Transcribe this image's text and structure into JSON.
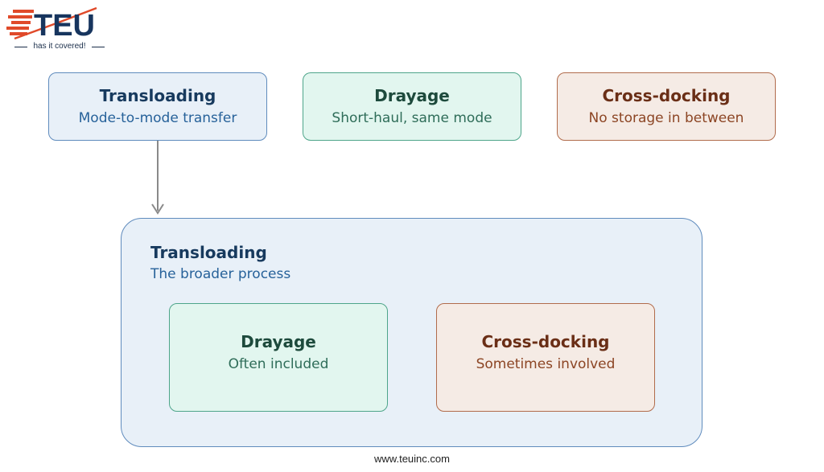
{
  "logo": {
    "wordmark": "TEU",
    "tagline": "has it covered!"
  },
  "top_row": [
    {
      "title": "Transloading",
      "subtitle": "Mode-to-mode transfer"
    },
    {
      "title": "Drayage",
      "subtitle": "Short-haul, same mode"
    },
    {
      "title": "Cross-docking",
      "subtitle": "No storage in between"
    }
  ],
  "container": {
    "title": "Transloading",
    "subtitle": "The broader process",
    "children": [
      {
        "title": "Drayage",
        "subtitle": "Often included"
      },
      {
        "title": "Cross-docking",
        "subtitle": "Sometimes involved"
      }
    ]
  },
  "footer": {
    "url": "www.teuinc.com"
  },
  "colors": {
    "blue_fill": "#e8f0f8",
    "blue_border": "#5f8bbd",
    "green_fill": "#e2f6ef",
    "green_border": "#4ea58a",
    "rust_fill": "#f5ebe5",
    "rust_border": "#b16c4c",
    "arrow": "#8a8a8a",
    "logo_red": "#e04a2a",
    "logo_navy": "#17355e"
  }
}
